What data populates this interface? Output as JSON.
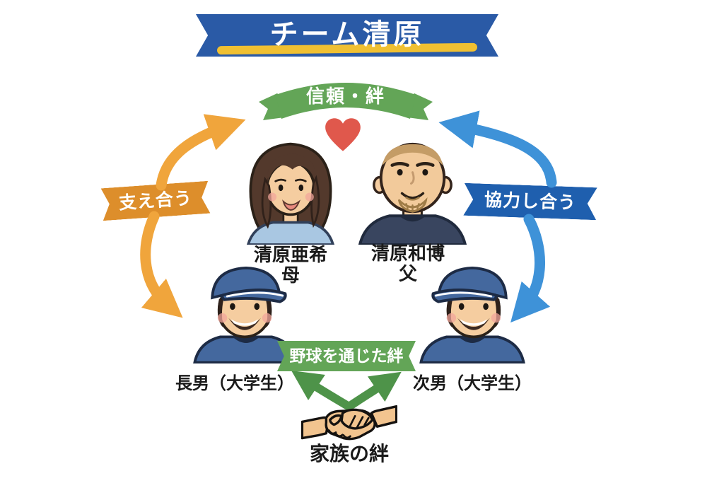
{
  "colors": {
    "title_banner": "#2a5aa6",
    "title_underline": "#f0c032",
    "ribbon_green": "#63a557",
    "ribbon_green_dark": "#4c8a42",
    "ribbon_orange": "#dd8e2b",
    "arrow_orange": "#f0a53c",
    "ribbon_blue": "#1f5fae",
    "arrow_blue": "#3e92d8",
    "arrow_green": "#4e9349",
    "heart": "#e0584c",
    "skin": "#f5cda0",
    "cap_blue": "#44689e",
    "hair_brown": "#53392c",
    "text": "#1a1a1a"
  },
  "title": {
    "text": "チーム清原"
  },
  "ribbons": {
    "trust": "信頼・絆",
    "support": "支え合う",
    "cooperate": "協力し合う",
    "baseball": "野球を通じた絆"
  },
  "people": {
    "mother": {
      "name": "清原亜希",
      "role": "母"
    },
    "father": {
      "name": "清原和博",
      "role": "父"
    },
    "eldest_son": {
      "label": "長男（大学生）"
    },
    "second_son": {
      "label": "次男（大学生）"
    }
  },
  "bottom": {
    "label": "家族の絆"
  }
}
